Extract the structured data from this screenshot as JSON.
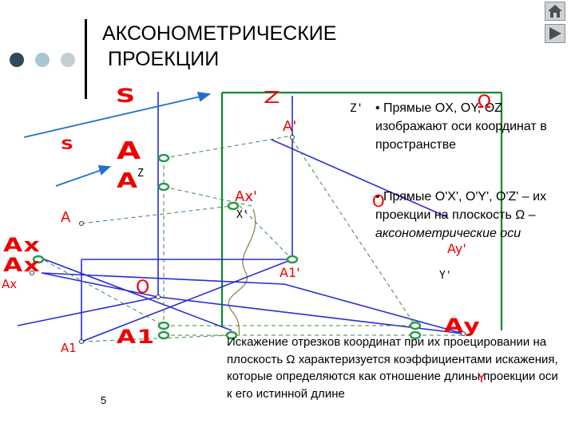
{
  "slide": {
    "title_line1": "АКСОНОМЕТРИЧЕСКИЕ",
    "title_line2": "ПРОЕКЦИИ",
    "page_number": "5",
    "bullet1": "• Прямые OX, OY, OZ изображают оси координат в пространстве",
    "bullet2_main": "• Прямые O'X', O'Y', O'Z' – их проекции на плоскость Ω – ",
    "bullet2_em": "аксонометрические оси",
    "bottom_text": "Искажение отрезков координат при их проецировании на плоскость Ω характеризуется коэффициентами искажения, которые определяются как отношение длины проекции оси к его истинной длине"
  },
  "labels": {
    "s_big": "S",
    "s_small": "S",
    "a_big": "A",
    "a_mid": "A",
    "a_left": "A",
    "a_prime": "A'",
    "ax_prime": "Ax'",
    "ax1": "Ax",
    "ax2": "Ax",
    "ax3": "Ax",
    "a1_prime": "A1'",
    "ay_prime": "Ay'",
    "ay_big": "Ay",
    "o_red": "O",
    "o_prime": "O",
    "omega": "Ω",
    "a1_big": "A1",
    "a1_small": "A1",
    "z_big": "Z",
    "z_prime": "Z'",
    "z_small": "Z",
    "x_prime": "X'",
    "y_prime": "Y'",
    "y_big": "Y"
  },
  "colors": {
    "axis_blue": "#2b2bd8",
    "plane_green": "#0a8a2a",
    "label_red": "#ee0000",
    "dot_dark": "#2f4a5a",
    "dot_light": "#a9c7d2",
    "dot_lighter": "#c4cdd0"
  },
  "icons": [
    "home-icon",
    "play-triangle-icon"
  ]
}
